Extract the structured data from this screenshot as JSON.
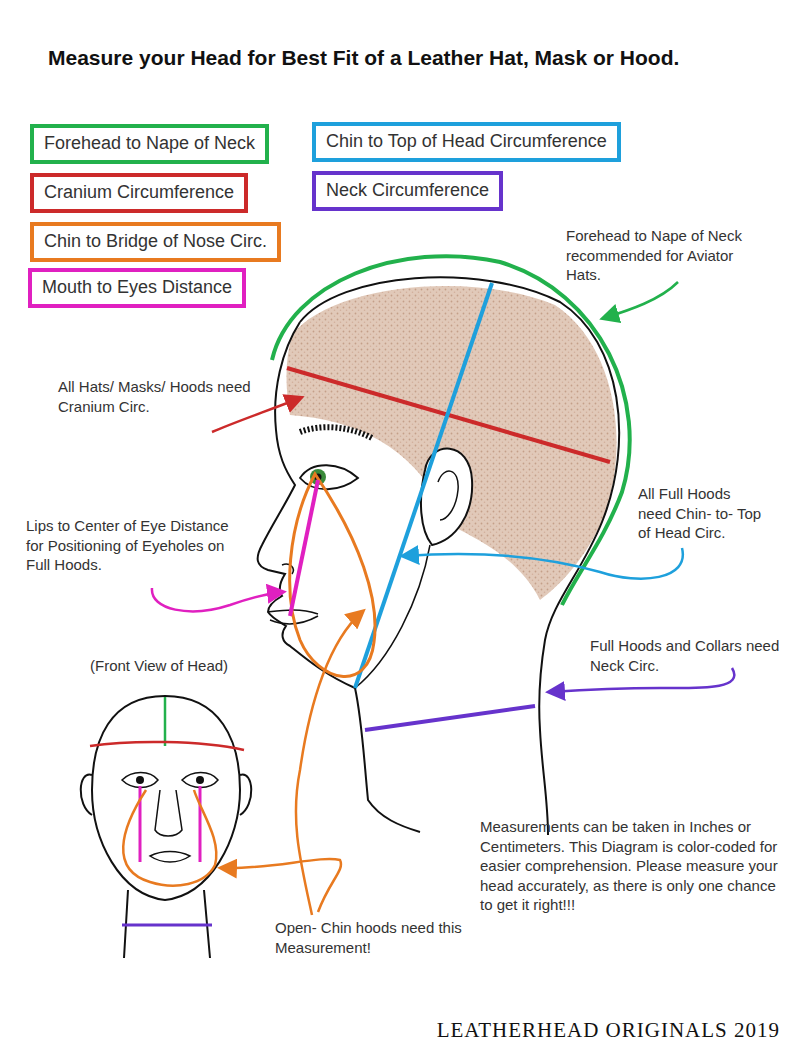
{
  "diagram": {
    "title": "Measure your Head for Best Fit of a Leather Hat, Mask or Hood.",
    "labels": [
      "Forehead to Nape of Neck recommended for Aviator Hats.",
      "All Hats/ Masks/ Hoods need Cranium Circ.",
      "Lips to Center of Eye Distance for Positioning of Eyeholes on Full Hoods.",
      "All Full Hoods need Chin- to- Top of Head Circ.",
      "Full Hoods and Collars need Neck Circ.",
      "(Front View of Head)",
      "Open- Chin hoods need this Measurement!",
      "Measurements can be taken in Inches or Centimeters. This Diagram is color-coded for easier comprehension. Please measure your head accurately, as there is only one chance to get it right!!!",
      "LEATHERHEAD ORIGINALS 2019"
    ],
    "legend": [
      {
        "text": "Forehead to Nape of Neck",
        "color": "#22b14c"
      },
      {
        "text": "Chin to Top of Head Circumference",
        "color": "#1ea0dc"
      },
      {
        "text": "Cranium Circumference",
        "color": "#cc2a2a"
      },
      {
        "text": "Neck Circumference",
        "color": "#6633cc"
      },
      {
        "text": "Chin to Bridge of Nose Circ.",
        "color": "#e87a20"
      },
      {
        "text": "Mouth to Eyes Distance",
        "color": "#e020c0"
      }
    ]
  }
}
